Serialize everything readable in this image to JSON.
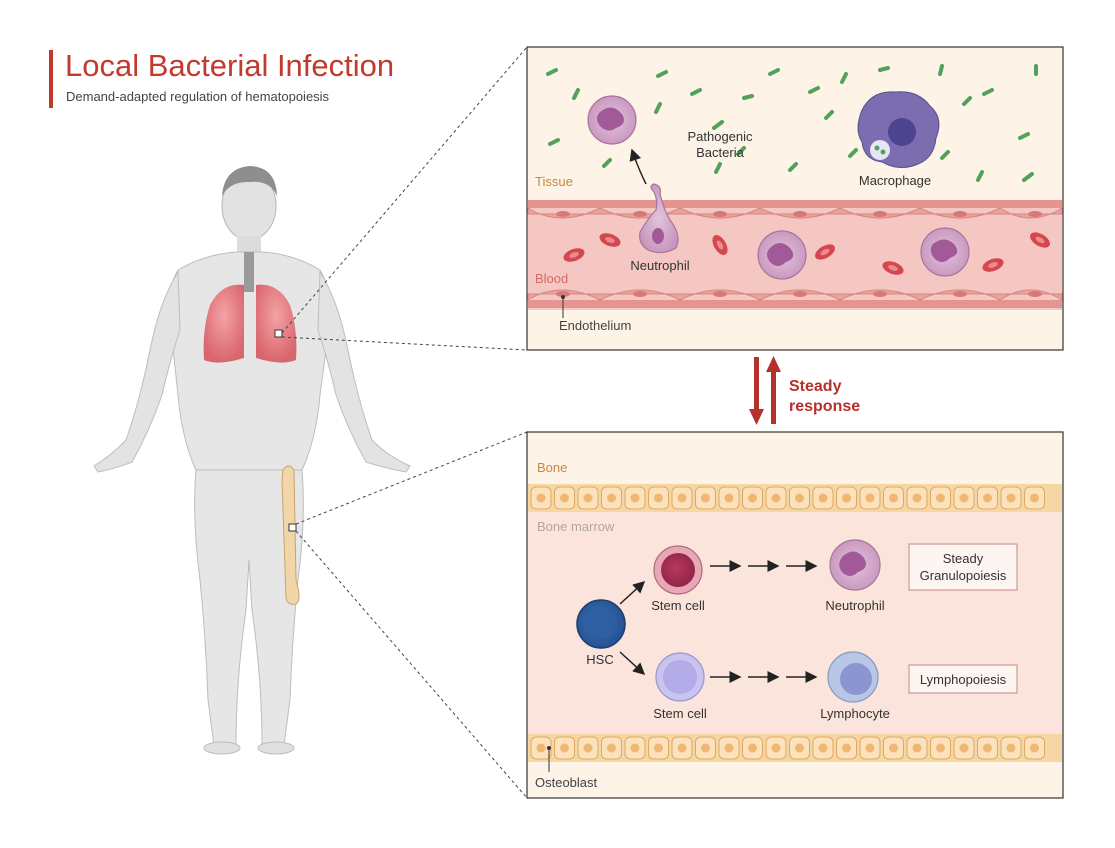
{
  "header": {
    "title": "Local Bacterial Infection",
    "subtitle": "Demand-adapted regulation of hematopoiesis"
  },
  "tissue_panel": {
    "tissue_label": "Tissue",
    "blood_label": "Blood",
    "endothelium_label": "Endothelium",
    "bacteria_label_line1": "Pathogenic",
    "bacteria_label_line2": "Bacteria",
    "macrophage_label": "Macrophage",
    "neutrophil_label": "Neutrophil"
  },
  "response": {
    "line1": "Steady",
    "line2": "response"
  },
  "marrow_panel": {
    "bone_label": "Bone",
    "marrow_label": "Bone marrow",
    "hsc_label": "HSC",
    "stem_cell_top_label": "Stem cell",
    "stem_cell_bottom_label": "Stem cell",
    "neutrophil_label": "Neutrophil",
    "lymphocyte_label": "Lymphocyte",
    "granulo_box_line1": "Steady",
    "granulo_box_line2": "Granulopoiesis",
    "lympho_box": "Lymphopoiesis",
    "osteoblast_label": "Osteoblast"
  },
  "colors": {
    "accent_red": "#c23a2e",
    "tissue_bg": "#fdf3e6",
    "vessel_bg": "#f5c7c2",
    "marrow_bg": "#fbe4dc",
    "bacteria": "#4fa35a",
    "macrophage": "#7b6db0",
    "neutrophil": "#cfa3c7"
  }
}
